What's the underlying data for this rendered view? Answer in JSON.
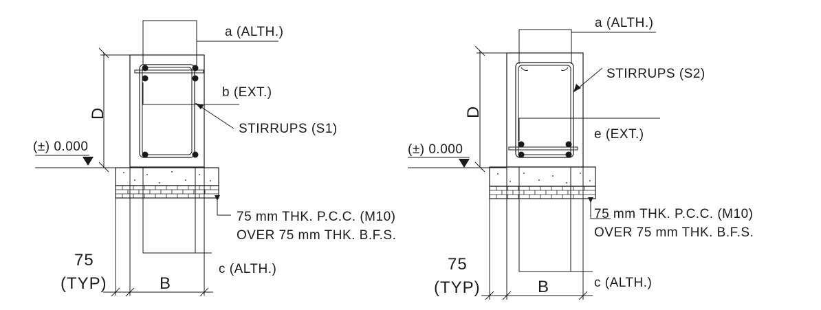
{
  "details": [
    {
      "label_a": "a (ALTH.)",
      "label_mid": "b (EXT.)",
      "label_stirrups": "STIRRUPS (S1)",
      "label_level": "(±) 0.000",
      "label_pcc": "75 mm THK. P.C.C. (M10)",
      "label_bfs": "OVER 75 mm THK. B.F.S.",
      "label_c": "c (ALTH.)",
      "dim_depth": "D",
      "dim_width": "B",
      "dim_cover": "75",
      "dim_cover_note": "(TYP)"
    },
    {
      "label_a": "a (ALTH.)",
      "label_mid": "e (EXT.)",
      "label_stirrups": "STIRRUPS (S2)",
      "label_level": "(±) 0.000",
      "label_pcc": "75 mm THK. P.C.C. (M10)",
      "label_bfs": "OVER 75 mm THK. B.F.S.",
      "label_c": "c (ALTH.)",
      "dim_depth": "D",
      "dim_width": "B",
      "dim_cover": "75",
      "dim_cover_note": "(TYP)"
    }
  ]
}
